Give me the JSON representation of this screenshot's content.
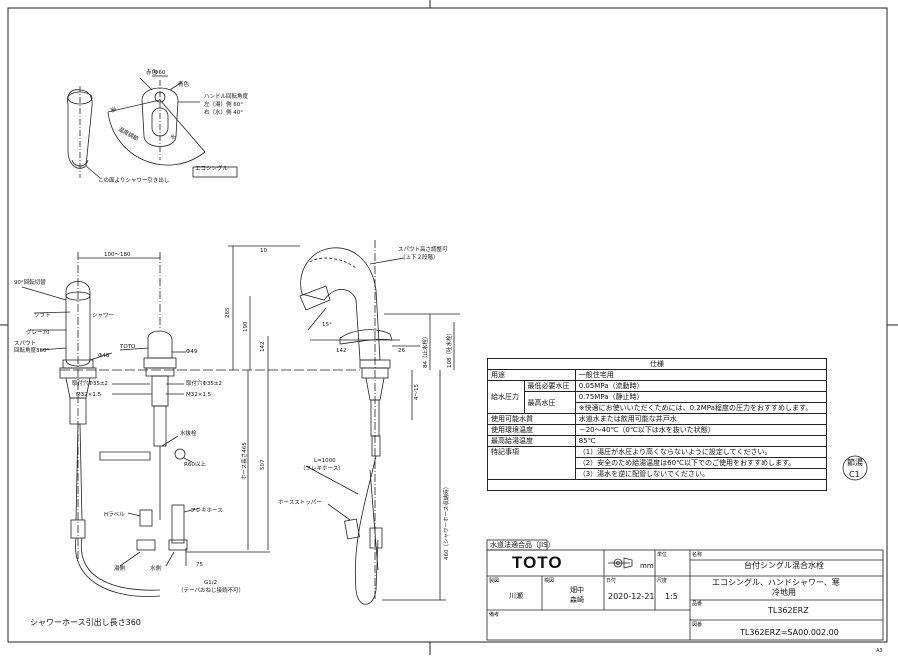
{
  "top": {
    "red_mark": "赤色",
    "blue_mark": "青色",
    "dim_60": "Φ60",
    "handle_angle": "ハンドル回転角度",
    "left_angle": "左（湯）側  60°",
    "right_angle": "右（水）側  40°",
    "hot": "湯",
    "temp_adjust": "温度調節",
    "water": "水",
    "eco_single": "エコシングル",
    "pull_shower": "この面よりシャワー引き出し"
  },
  "front": {
    "dim_100_180": "100～180",
    "switch_90": "90°回転切替",
    "soft": "ソフト",
    "shower": "シャワー",
    "gray70": "グレー70",
    "spout": "スパウト",
    "spout_rotation": "回転角度360°",
    "toto": "TOTO",
    "phi49": "Φ49",
    "phi48": "Φ48",
    "hole_left": "取付穴Φ35±2",
    "m32_left": "M32×1.5",
    "hole_right": "取付穴Φ35±2",
    "m32_right": "M32×1.5",
    "drain_plug": "水抜栓",
    "r600": "R60以上",
    "h_label": "Hラベル",
    "flex_hose": "フレキホース",
    "hot_side": "湯側",
    "water_side": "水側",
    "g12": "G1/2",
    "taper_note": "（テーパおねじ接続不可）",
    "dim_top": "10"
  },
  "dims": {
    "d265": "265",
    "d190": "190",
    "d142v": "142",
    "hose_len": "ホース長さ465",
    "d507": "507",
    "d75": "75"
  },
  "side": {
    "spout_height": "スパウト高さ調整可",
    "two_step": "（上下２段階）",
    "deg15": "15°",
    "d142h": "142",
    "d26": "26",
    "d84": "84（止水栓）",
    "d108": "108（吐水栓）",
    "d4_15": "4～15",
    "l1000": "L=1000",
    "flex_paren": "（フレキホース）",
    "stopper": "ホースストッパー",
    "d460": "460（シャワーホース収納時）"
  },
  "shower_pull_length": "シャワーホース引出し長さ360",
  "material_mark": {
    "line1": "節湯",
    "line2": "C1"
  },
  "sheet_size": "A3",
  "spec": {
    "header": "仕様",
    "rows": [
      {
        "label": "用途",
        "value": "一般住宅用"
      },
      {
        "label": "使用可能水質",
        "value": "水道水または飲用可能な井戸水"
      },
      {
        "label": "使用環境温度",
        "value": "－20～40℃（0℃以下は水を抜いた状態）"
      },
      {
        "label": "最高給湯温度",
        "value": "85℃"
      }
    ],
    "pressure": {
      "label": "給水圧力",
      "min_label": "最低必要水圧",
      "min_value": "0.05MPa（流動時）",
      "max_label": "最高水圧",
      "max_value": "0.75MPa（静止時）",
      "max_note": "※快適にお使いいただくためには、0.2MPa程度の圧力をおすすめします。"
    },
    "notes": {
      "label": "特記事項",
      "items": [
        "（1）湯圧が水圧より高くならないように設定してください。",
        "（2）安全のため給湯温度は60℃以下でのご使用をおすすめします。",
        "（3）湯水を逆に配管しないでください。"
      ]
    }
  },
  "title_block": {
    "jis": "水道法適合品（JIS）",
    "logo": "TOTO",
    "unit": "mm",
    "unit_label": "単位",
    "name_label": "名称",
    "product_name": "台付シングル混合水栓",
    "product_sub1": "エコシングル、ハンドシャワー、寒",
    "product_sub2": "冷地用",
    "drawn_label": "製図",
    "drawn_by": "川瀬",
    "check_label": "検図",
    "checker_1": "畑中",
    "checker_2": "森崎",
    "date_label": "日付",
    "date": "2020-12-21",
    "scale_label": "尺度",
    "scale": "1:5",
    "part_label": "品番",
    "part_number": "TL362ERZ",
    "remarks_label": "備考",
    "drawing_label": "図番",
    "drawing_number": "TL362ERZ=SA00.002.00"
  }
}
